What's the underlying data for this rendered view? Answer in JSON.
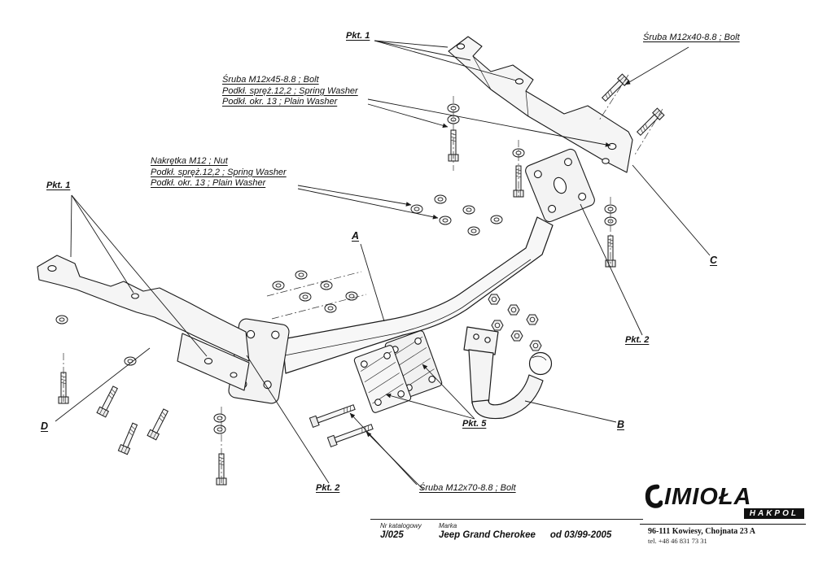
{
  "page": {
    "background": "#ffffff",
    "ink": "#1a1a1a"
  },
  "callouts": {
    "pkt1_top": "Pkt. 1",
    "pkt1_left": "Pkt. 1",
    "pkt2_right": "Pkt. 2",
    "pkt2_bottom": "Pkt. 2",
    "pkt5": "Pkt. 5",
    "letter_a": "A",
    "letter_b": "B",
    "letter_c": "C",
    "letter_d": "D",
    "bolt_m12x40": "Śruba M12x40-8.8   ;  Bolt",
    "bolt_m12x45": {
      "line1": "Śruba M12x45-8.8 ;  Bolt",
      "line2": "Podkł. spręż.12,2 ; Spring Washer",
      "line3": "Podkł. okr. 13 ; Plain Washer"
    },
    "nut_m12": {
      "line1": "Nakrętka  M12 ;  Nut",
      "line2": "Podkł. spręż.12,2 ; Spring Washer",
      "line3": "Podkł. okr. 13 ; Plain Washer"
    },
    "bolt_m12x70": "Śruba M12x70-8.8   ;  Bolt"
  },
  "title_block": {
    "catalog_label": "Nr katalogowy",
    "catalog_value": "J/025",
    "brand_label": "Marka",
    "model": "Jeep Grand Cherokee",
    "years": "od 03/99-2005"
  },
  "manufacturer": {
    "logo_text": "IMIOŁA",
    "logo_sub": "HAKPOL",
    "address": "96-111 Kowiesy, Chojnata 23 A",
    "phone": "tel. +48 46 831 73 31"
  }
}
